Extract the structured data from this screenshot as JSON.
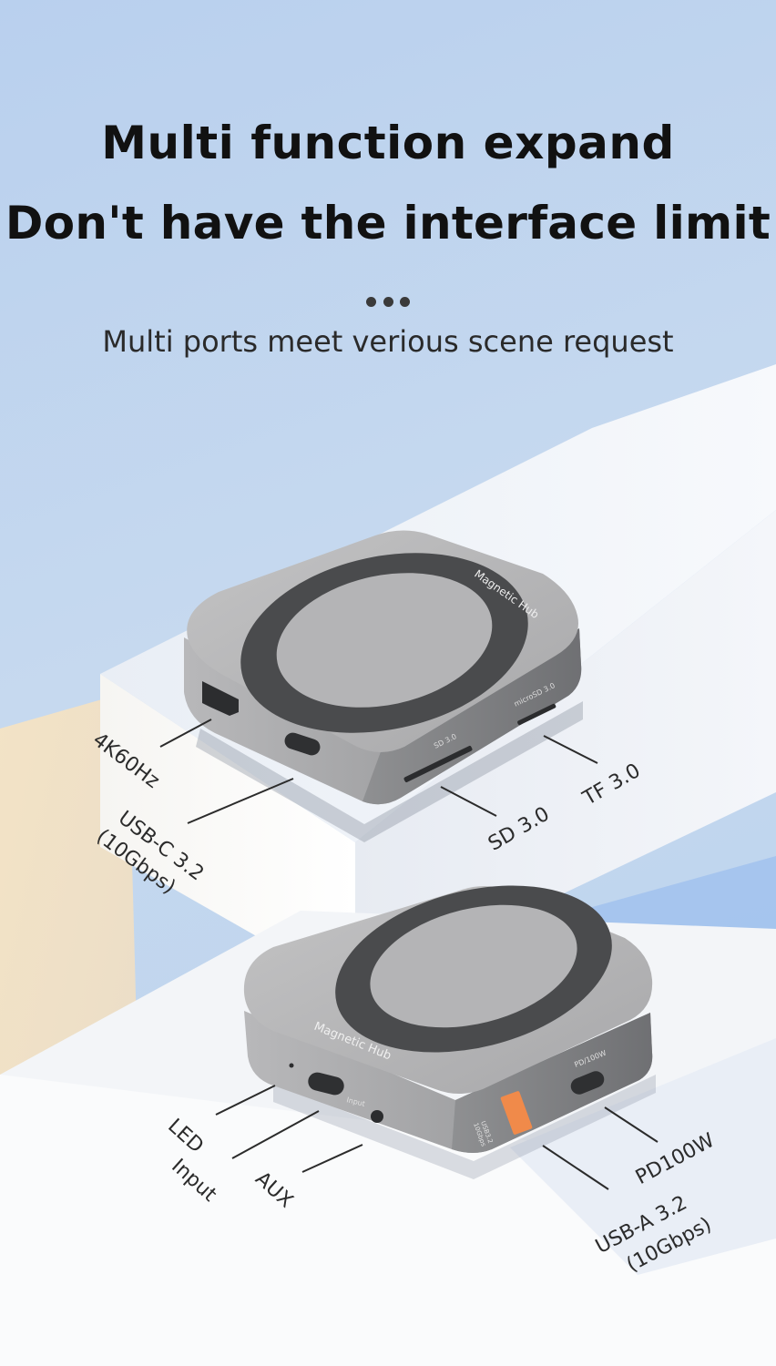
{
  "headline": {
    "line1": "Multi function expand",
    "line2": "Don't have the interface limit",
    "tagline": "Multi ports meet verious scene request"
  },
  "hub_top": {
    "brand": "Magnetic Hub",
    "port_marks": [
      "SD 3.0",
      "microSD 3.0"
    ],
    "callouts": {
      "hdmi": "4K60Hz",
      "usbc_line1": "USB-C 3.2",
      "usbc_line2": "(10Gbps)",
      "sd": "SD 3.0",
      "tf": "TF 3.0"
    }
  },
  "hub_bottom": {
    "brand": "Magnetic Hub",
    "port_marks": [
      "Input",
      "PD/100W",
      "USB3.2",
      "10Gbps"
    ],
    "callouts": {
      "led": "LED",
      "input": "Input",
      "aux": "AUX",
      "pd": "PD100W",
      "usba_line1": "USB-A 3.2",
      "usba_line2": "(10Gbps)"
    }
  },
  "colors": {
    "sky": "#c4d8f0",
    "accent_usb": "#f08a4a",
    "hub_body": "#aeaeaf",
    "ring": "#4a4b4d"
  }
}
